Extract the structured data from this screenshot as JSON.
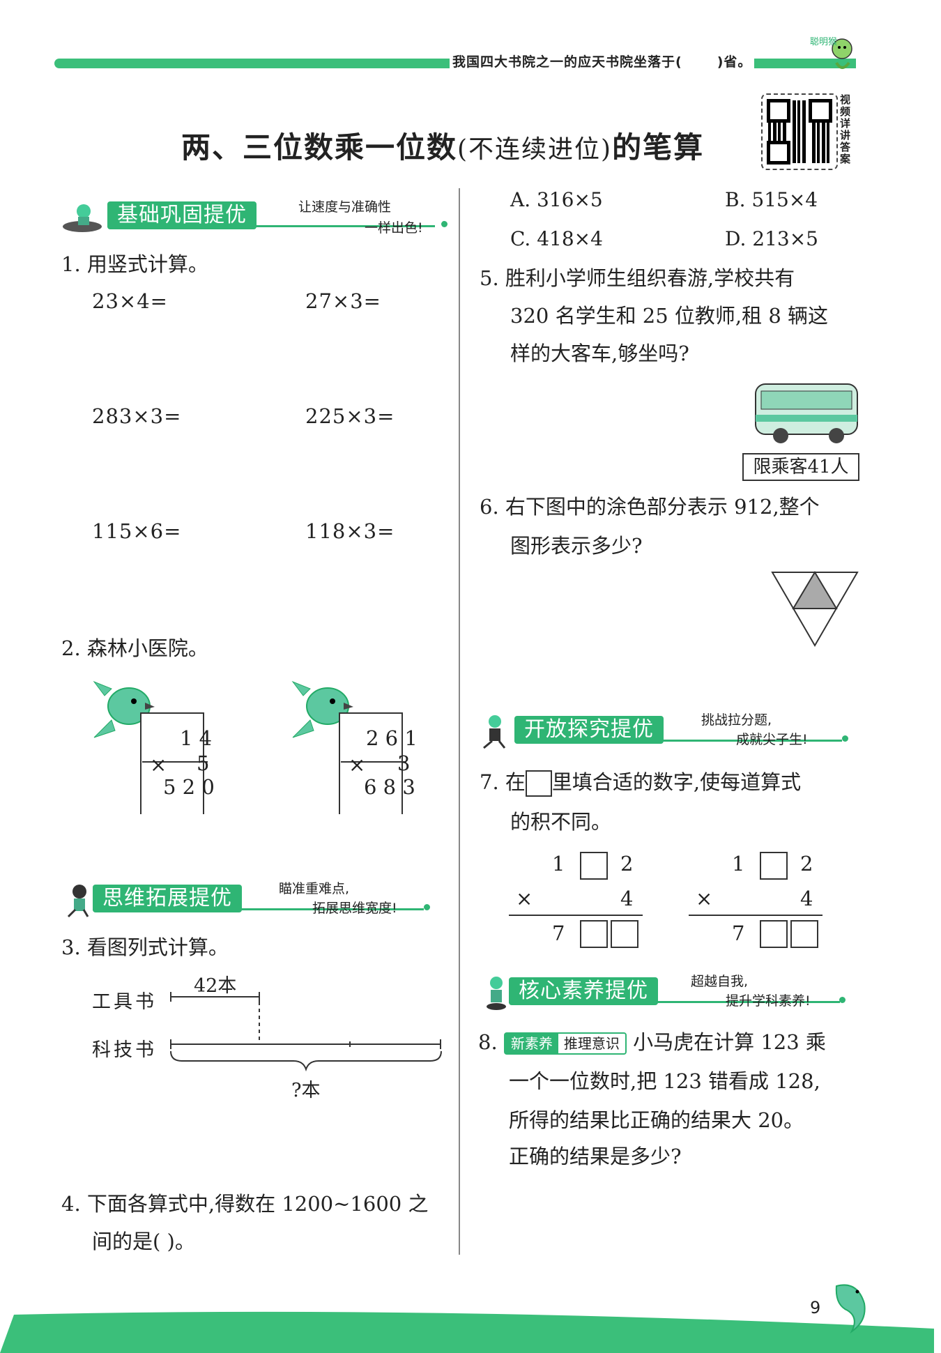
{
  "header": {
    "question_pre": "我国四大书院之一的应天书院坐落于(",
    "question_post": ")省。",
    "logo_text": "聪明猴"
  },
  "title": {
    "main_a": "两、三位数乘一位数",
    "main_b": "(不连续进位)",
    "main_c": "的笔算"
  },
  "qr_label": "视频详讲答案",
  "sections": {
    "s1": {
      "label": "基础巩固提优",
      "tip1": "让速度与准确性",
      "tip2": "一样出色!"
    },
    "s2": {
      "label": "思维拓展提优",
      "tip1": "瞄准重难点,",
      "tip2": "拓展思维宽度!"
    },
    "s3": {
      "label": "开放探究提优",
      "tip1": "挑战拉分题,",
      "tip2": "成就尖子生!"
    },
    "s4": {
      "label": "核心素养提优",
      "tip1": "超越自我,",
      "tip2": "提升学科素养!"
    }
  },
  "q1": {
    "num": "1.",
    "text": "用竖式计算。",
    "items": [
      "23×4=",
      "27×3=",
      "283×3=",
      "225×3=",
      "115×6=",
      "118×3="
    ]
  },
  "q2": {
    "num": "2.",
    "text": "森林小医院。",
    "a": {
      "top": "1 4",
      "mul": "×",
      "mid": "5",
      "res": "5 2 0"
    },
    "b": {
      "top": "2 6 1",
      "mul": "×",
      "mid": "3",
      "res": "6 8 3"
    }
  },
  "q3": {
    "num": "3.",
    "text": "看图列式计算。",
    "label_tool": "工具书",
    "label_tech": "科技书",
    "top_len": "42本",
    "total": "?本"
  },
  "q4": {
    "num": "4.",
    "text1": "下面各算式中,得数在 1200~1600 之",
    "text2": "间的是(      )。",
    "options": [
      "A.  316×5",
      "B.  515×4",
      "C.  418×4",
      "D.  213×5"
    ]
  },
  "q5": {
    "num": "5.",
    "line1": "胜利小学师生组织春游,学校共有",
    "line2": "320 名学生和 25 位教师,租 8 辆这",
    "line3": "样的大客车,够坐吗?",
    "bus_sign": "限乘客41人"
  },
  "q6": {
    "num": "6.",
    "line1": "右下图中的涂色部分表示 912,整个",
    "line2": "图形表示多少?"
  },
  "q7": {
    "num": "7.",
    "line1a": "在",
    "line1b": "里填合适的数字,使每道算式",
    "line2": "的积不同。",
    "eq": {
      "d1": "1",
      "d2": "2",
      "mul": "×",
      "m": "4",
      "r": "7"
    }
  },
  "q8": {
    "num": "8.",
    "tag_a": "新素养",
    "tag_b": "推理意识",
    "line1": "小马虎在计算 123 乘",
    "line2": "一个一位数时,把 123 错看成 128,",
    "line3": "所得的结果比正确的结果大 20。",
    "line4": "正确的结果是多少?"
  },
  "page_number": "9",
  "colors": {
    "accent": "#2fb574",
    "bird": "#5cc8a0"
  }
}
